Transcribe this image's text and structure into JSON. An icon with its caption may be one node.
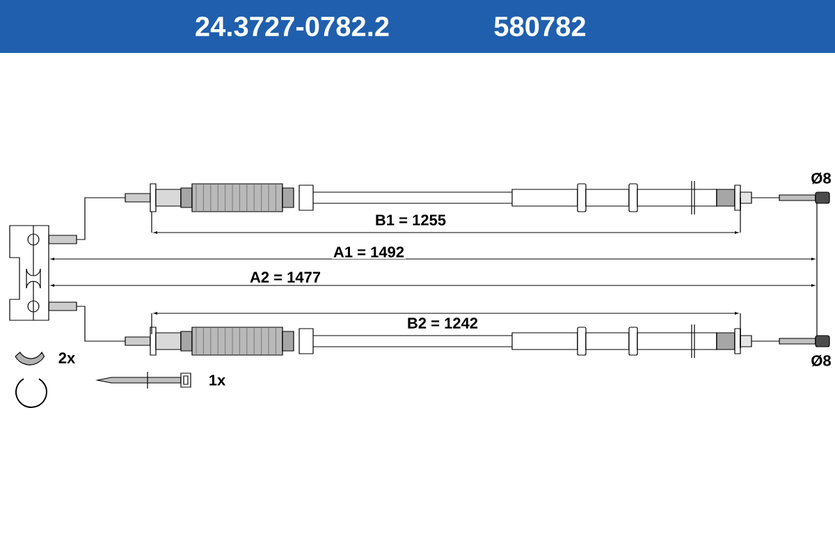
{
  "diagram": {
    "title": "24.3727-0782.2",
    "labels": [
      "580782",
      "Ø8",
      "B1 = 1255",
      "A1 = 1492",
      "A2 = 1477",
      "B2 = 1242",
      "Ø8",
      "2x",
      "1x"
    ]
  }
}
